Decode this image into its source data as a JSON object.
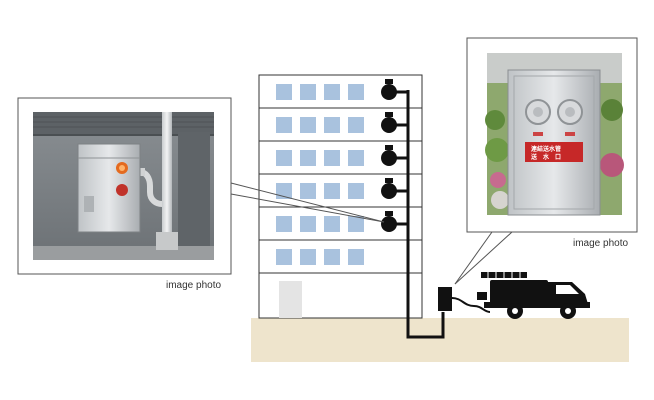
{
  "diagram": {
    "left_caption": "image photo",
    "right_caption": "image photo",
    "connection_panel": {
      "line1": "連結送水管",
      "line2": "送　水　口"
    }
  },
  "colors": {
    "ground": "#eee4cc",
    "window": "#a9c2de",
    "pipe": "#111111",
    "building_outline": "#333333"
  }
}
